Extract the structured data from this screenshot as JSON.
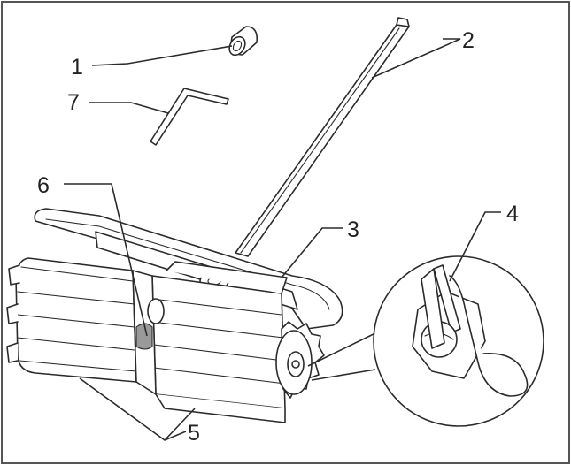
{
  "diagram": {
    "callouts": [
      {
        "id": "1",
        "label": "1"
      },
      {
        "id": "2",
        "label": "2"
      },
      {
        "id": "3",
        "label": "3"
      },
      {
        "id": "4",
        "label": "4"
      },
      {
        "id": "5",
        "label": "5"
      },
      {
        "id": "6",
        "label": "6"
      },
      {
        "id": "7",
        "label": "7"
      }
    ]
  },
  "colors": {
    "line": "#2b2b2b",
    "background": "#ffffff",
    "frame": "#555555"
  }
}
